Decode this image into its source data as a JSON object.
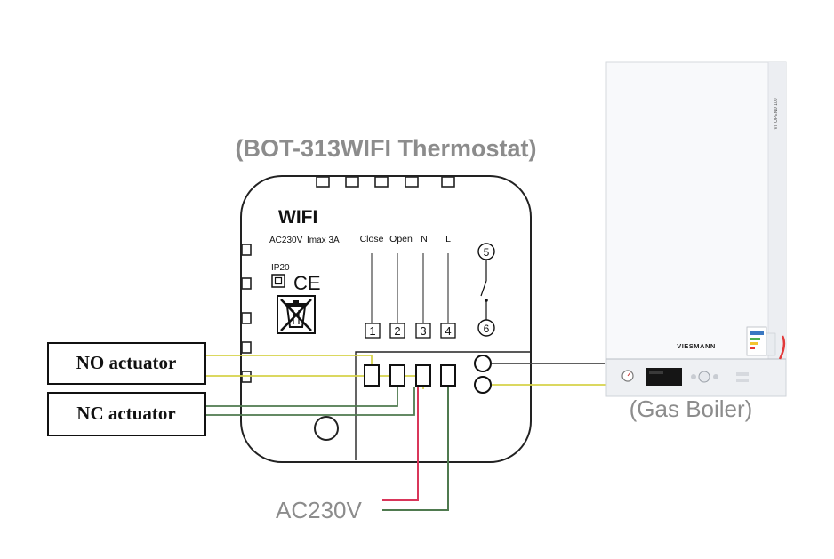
{
  "thermostat": {
    "title": "(BOT-313WIFI Thermostat)",
    "wifi_label": "WIFI",
    "rating_voltage": "AC230V",
    "rating_current": "Imax 3A",
    "ip_rating": "IP20",
    "ce_mark": "CE",
    "terminals": [
      {
        "name": "Close",
        "number": "1"
      },
      {
        "name": "Open",
        "number": "2"
      },
      {
        "name": "N",
        "number": "3"
      },
      {
        "name": "L",
        "number": "4"
      }
    ],
    "dry_contact": {
      "top": "5",
      "bottom": "6"
    }
  },
  "actuators": {
    "no_label": "NO actuator",
    "nc_label": "NC actuator"
  },
  "power": {
    "label": "AC230V"
  },
  "boiler": {
    "caption": "(Gas Boiler)",
    "brand": "VIESMANN",
    "side_text": "VITOPEND 100"
  },
  "colors": {
    "title_gray": "#8c8c8c",
    "wire_yellow": "#d6d24a",
    "wire_green": "#4f7a4f",
    "wire_red": "#d9365a",
    "wire_dark": "#4a4a4a",
    "outline": "#222222"
  }
}
